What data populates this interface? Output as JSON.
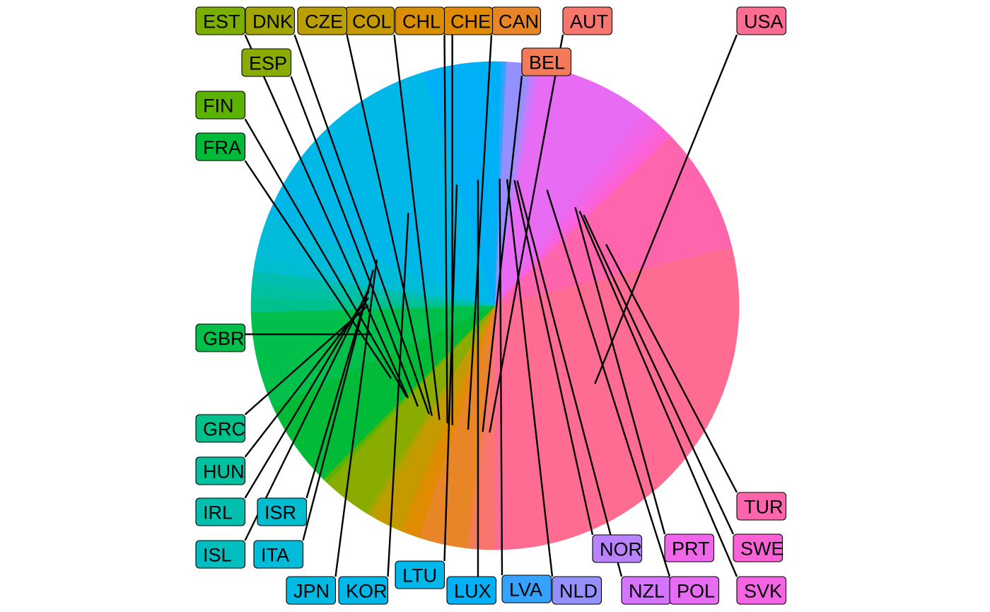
{
  "chart_data": {
    "type": "pie",
    "title": "",
    "legend": "none",
    "start_angle_deg": 270,
    "direction": "counterclockwise",
    "labels": [
      {
        "text": "AUT",
        "color": "#F8766D",
        "value": 1.3
      },
      {
        "text": "BEL",
        "color": "#F37B59",
        "value": 0.4
      },
      {
        "text": "CAN",
        "color": "#E88526",
        "value": 3.2
      },
      {
        "text": "CHE",
        "color": "#E08B00",
        "value": 0.8
      },
      {
        "text": "CHL",
        "color": "#DA8F00",
        "value": 0.5
      },
      {
        "text": "COL",
        "color": "#C49A00",
        "value": 1.6
      },
      {
        "text": "CZE",
        "color": "#BB9E00",
        "value": 0.5
      },
      {
        "text": "DNK",
        "color": "#A3A500",
        "value": 0.3
      },
      {
        "text": "ESP",
        "color": "#8AAB00",
        "value": 3.0
      },
      {
        "text": "EST",
        "color": "#7CAE00",
        "value": 0.15
      },
      {
        "text": "FIN",
        "color": "#5BB300",
        "value": 0.3
      },
      {
        "text": "FRA",
        "color": "#00BA38",
        "value": 5.6
      },
      {
        "text": "GBR",
        "color": "#00BF4B",
        "value": 6.2
      },
      {
        "text": "GRC",
        "color": "#00C08D",
        "value": 0.9
      },
      {
        "text": "HUN",
        "color": "#00C0A0",
        "value": 0.9
      },
      {
        "text": "IRL",
        "color": "#00BFAE",
        "value": 0.8
      },
      {
        "text": "ISL",
        "color": "#00BEBF",
        "value": 0.1
      },
      {
        "text": "ISR",
        "color": "#00BDD0",
        "value": 0.9
      },
      {
        "text": "ITA",
        "color": "#00BCD8",
        "value": 2.4
      },
      {
        "text": "JPN",
        "color": "#00B9E3",
        "value": 0.3
      },
      {
        "text": "KOR",
        "color": "#00B8E7",
        "value": 13.5
      },
      {
        "text": "LTU",
        "color": "#00B7E9",
        "value": 0.3
      },
      {
        "text": "LUX",
        "color": "#00B0F6",
        "value": 5.0
      },
      {
        "text": "LVA",
        "color": "#35A2FF",
        "value": 0.3
      },
      {
        "text": "NLD",
        "color": "#9590FF",
        "value": 1.5
      },
      {
        "text": "NOR",
        "color": "#B983FF",
        "value": 0.3
      },
      {
        "text": "NZL",
        "color": "#D575FE",
        "value": 0.4
      },
      {
        "text": "POL",
        "color": "#E76BF3",
        "value": 7.2
      },
      {
        "text": "PRT",
        "color": "#F066EA",
        "value": 0.9
      },
      {
        "text": "SVK",
        "color": "#F564E3",
        "value": 0.5
      },
      {
        "text": "SWE",
        "color": "#FC61D5",
        "value": 0.9
      },
      {
        "text": "TUR",
        "color": "#FF65AC",
        "value": 8.1
      },
      {
        "text": "USA",
        "color": "#FF6C91",
        "value": 28.0
      }
    ]
  }
}
